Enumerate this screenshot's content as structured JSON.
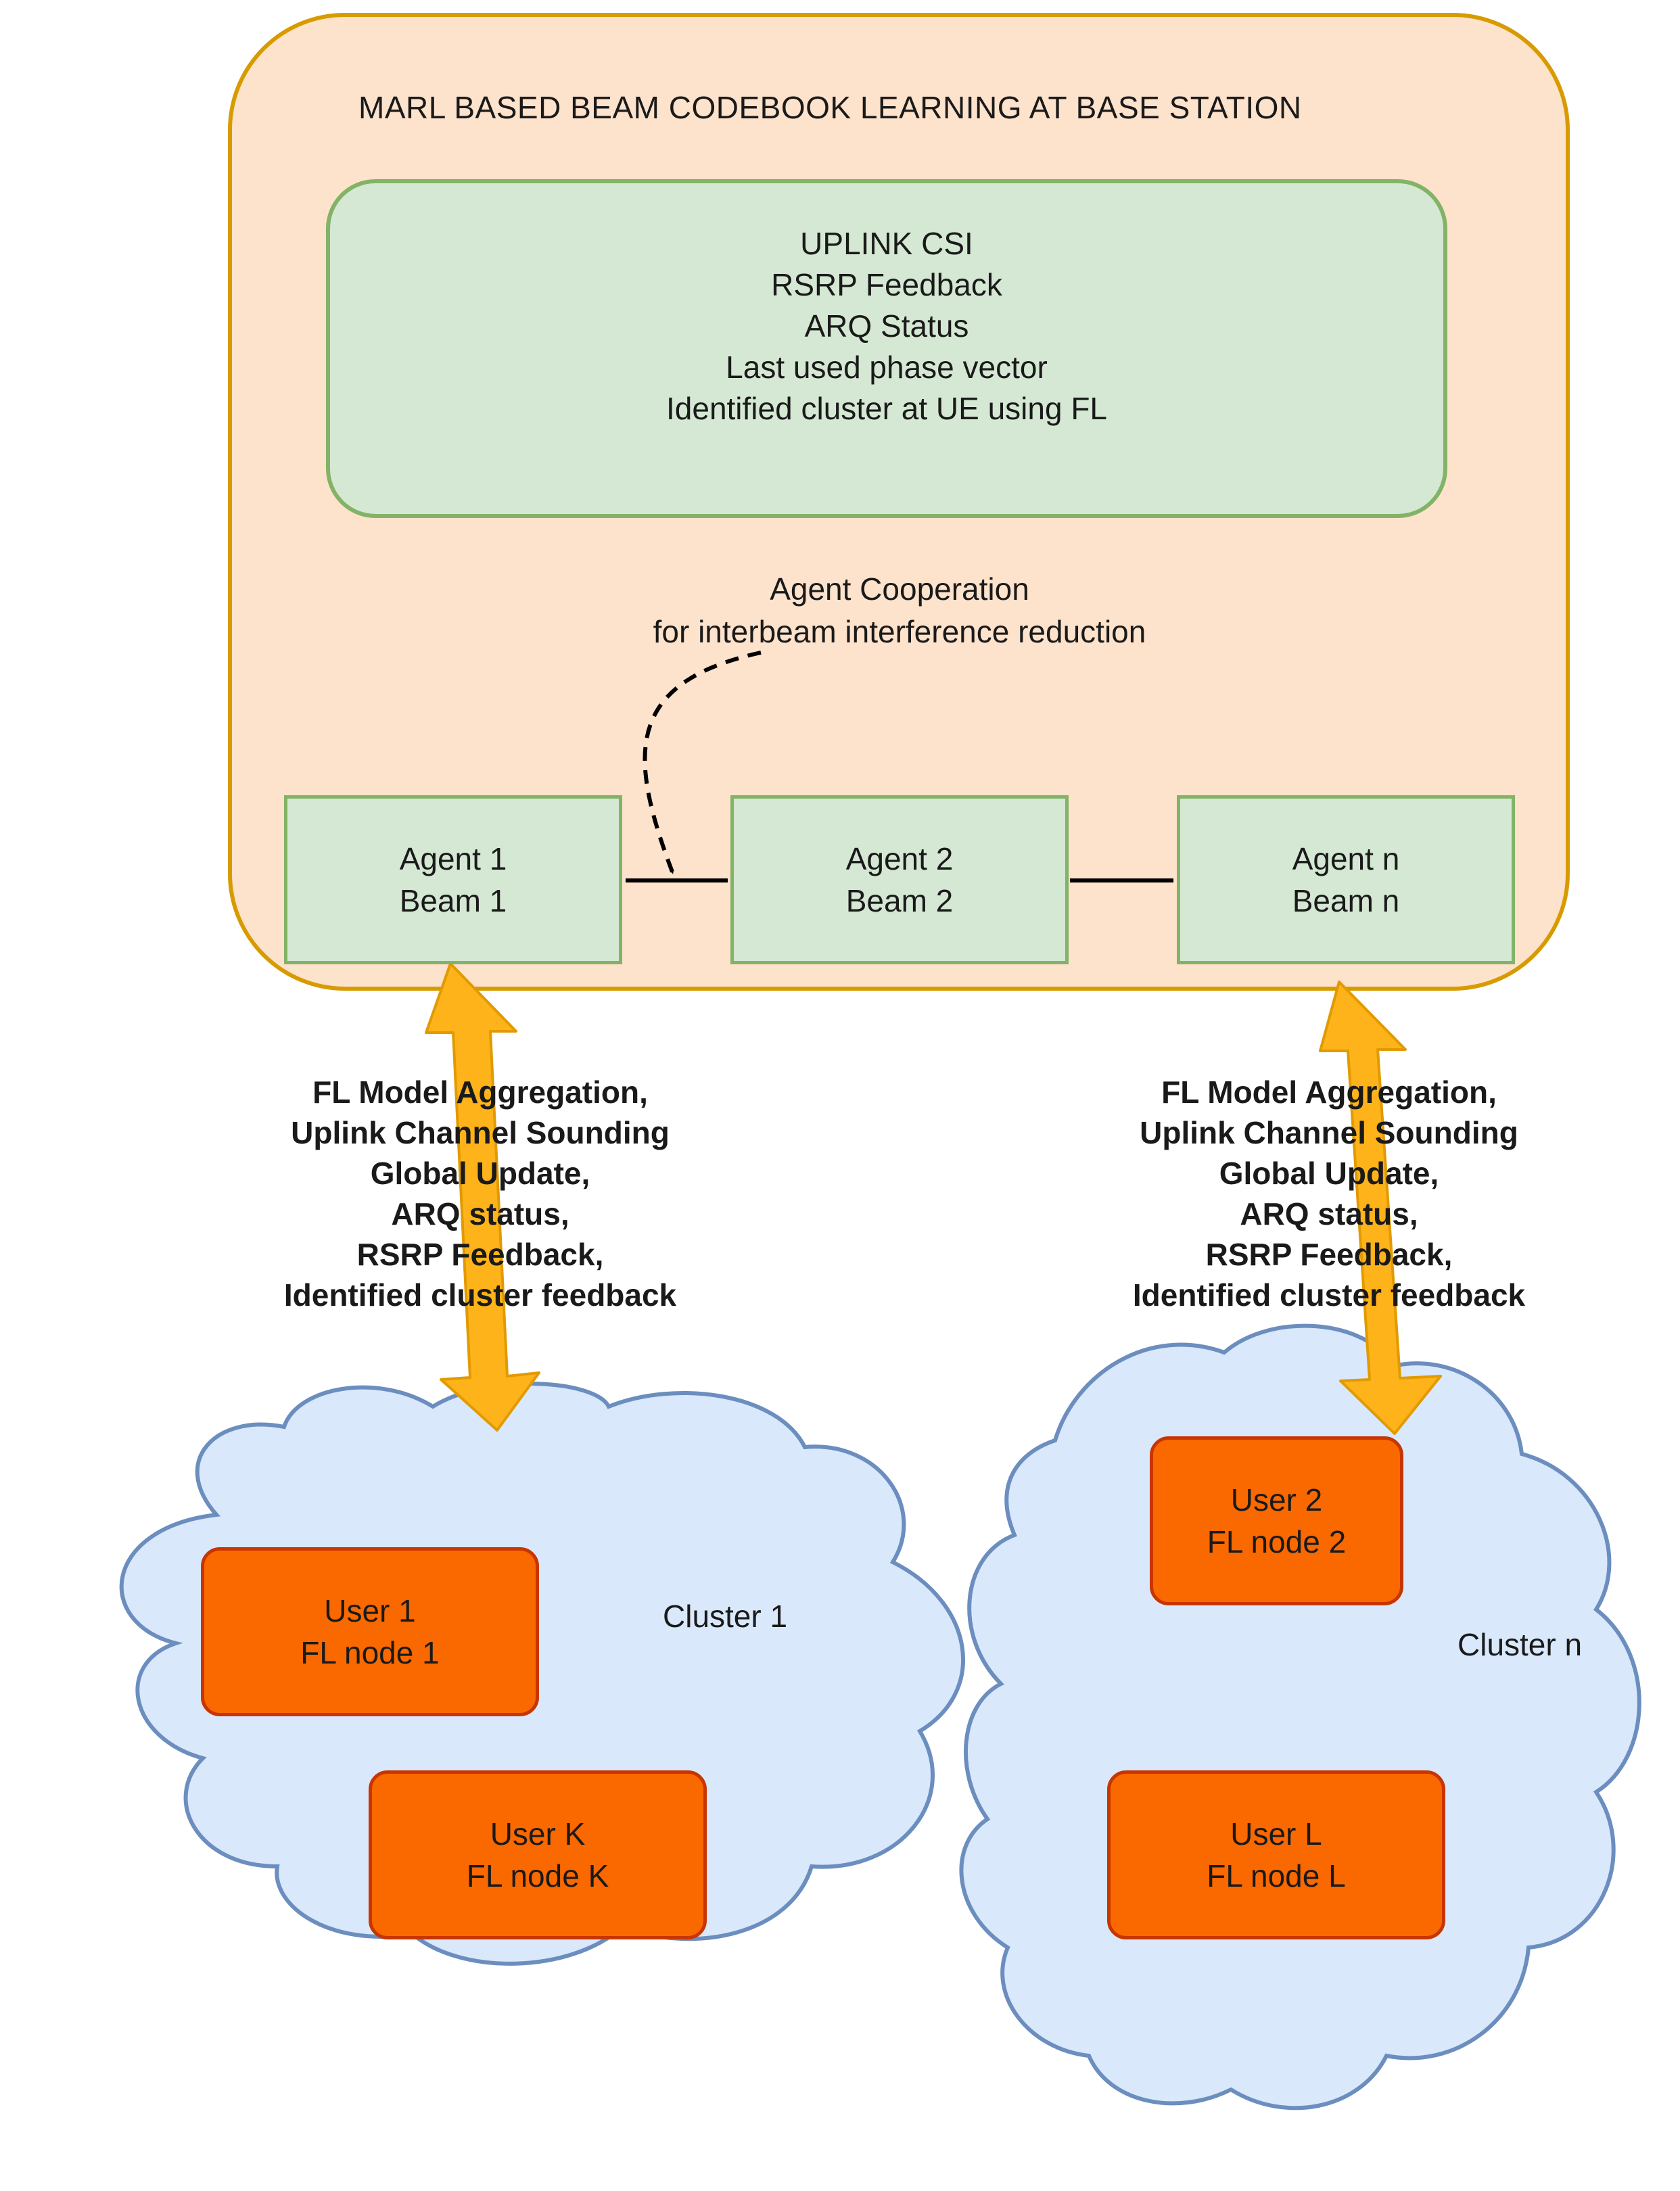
{
  "diagram": {
    "title": "MARL BASED BEAM CODEBOOK LEARNING AT BASE STATION",
    "info_lines": [
      "UPLINK CSI",
      "RSRP Feedback",
      "ARQ Status",
      "Last used phase vector",
      "Identified cluster at UE using FL"
    ],
    "cooperation_lines": [
      "Agent Cooperation",
      "for interbeam interference reduction"
    ],
    "agents": [
      {
        "line1": "Agent 1",
        "line2": "Beam 1"
      },
      {
        "line1": "Agent 2",
        "line2": "Beam 2"
      },
      {
        "line1": "Agent n",
        "line2": "Beam n"
      }
    ],
    "link_lines": [
      "FL Model Aggregation,",
      "Uplink Channel Sounding",
      "Global Update,",
      "ARQ status,",
      "RSRP Feedback,",
      "Identified cluster feedback"
    ],
    "clusters": [
      {
        "label": "Cluster 1",
        "users": [
          {
            "line1": "User 1",
            "line2": "FL node 1"
          },
          {
            "line1": "User K",
            "line2": "FL node K"
          }
        ]
      },
      {
        "label": "Cluster n",
        "users": [
          {
            "line1": "User 2",
            "line2": "FL node 2"
          },
          {
            "line1": "User L",
            "line2": "FL node L"
          }
        ]
      }
    ]
  },
  "colors": {
    "base_station_fill": "#fde2cc",
    "base_station_border": "#d79b00",
    "info_fill": "#d5e8d4",
    "info_border": "#82b366",
    "cloud_fill": "#dae8fc",
    "cloud_border": "#6c8ebf",
    "user_fill": "#fa6800",
    "user_border": "#c73500",
    "link_arrow": "#ffb31a"
  }
}
